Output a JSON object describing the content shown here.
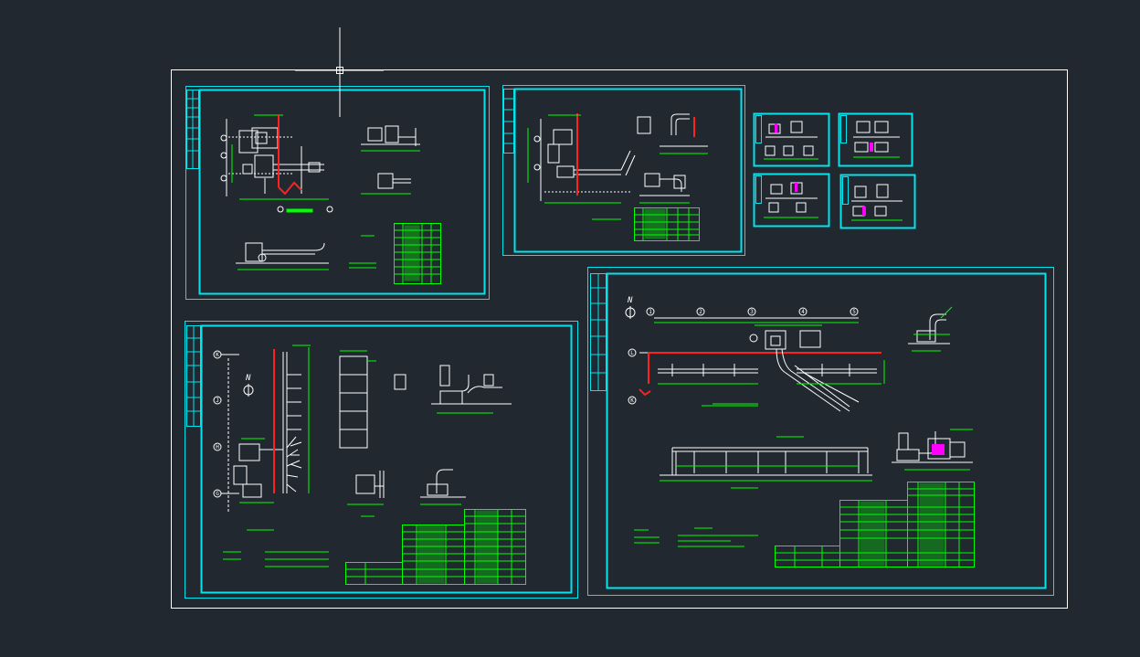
{
  "canvas": {
    "background": "#212830",
    "sheet_border_color": "#ffffff",
    "frame_color": "#00e5ee",
    "geometry_color": "#ffffff",
    "table_color": "#00ff00",
    "highlight_pipe_color": "#ff2020",
    "accent_color": "#ff00ff"
  },
  "crosshair": {
    "icon": "crosshair-cursor-icon"
  },
  "sheets": [
    {
      "id": "sheet-1",
      "kind": "large"
    },
    {
      "id": "sheet-2",
      "kind": "large"
    },
    {
      "id": "sheet-3",
      "kind": "thumbnail"
    },
    {
      "id": "sheet-4",
      "kind": "thumbnail"
    },
    {
      "id": "sheet-5",
      "kind": "thumbnail"
    },
    {
      "id": "sheet-6",
      "kind": "thumbnail"
    },
    {
      "id": "sheet-7",
      "kind": "large"
    },
    {
      "id": "sheet-8",
      "kind": "large"
    }
  ],
  "labels": {
    "north_arrow": "N",
    "grid_axes_top": [
      "1",
      "2",
      "3",
      "4",
      "5"
    ],
    "grid_axes_left_sheet7": [
      "K",
      "J",
      "H",
      "G"
    ],
    "grid_axes_left_sheet8": [
      "L",
      "K"
    ]
  }
}
